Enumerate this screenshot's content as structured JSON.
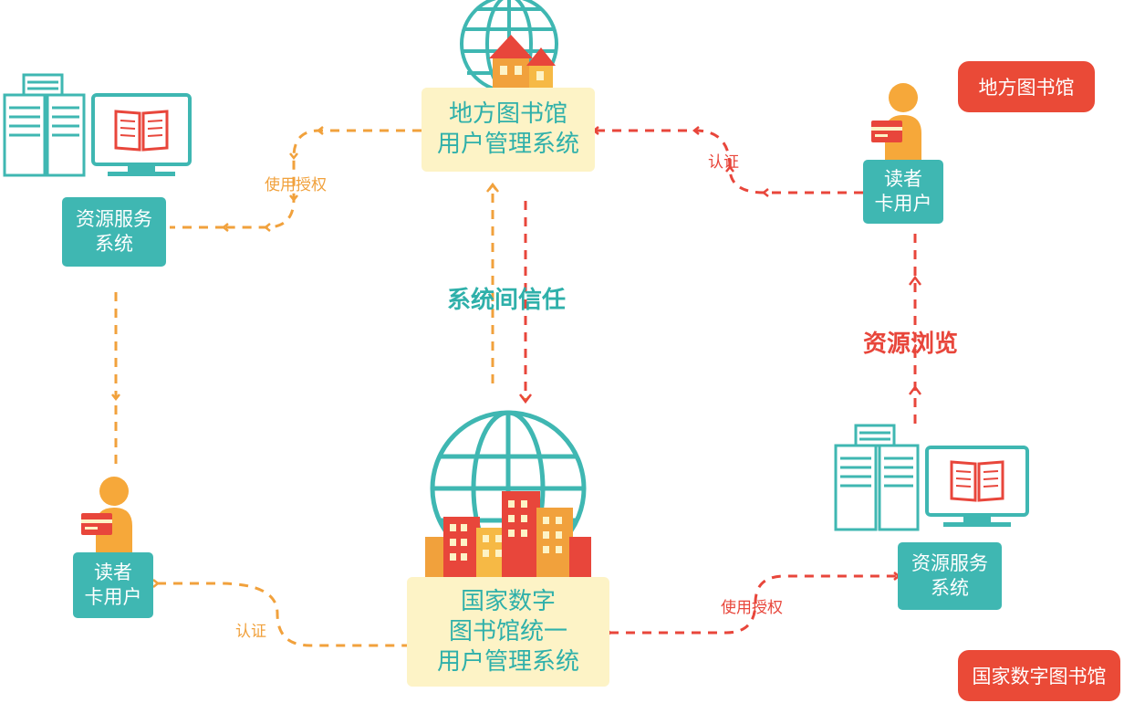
{
  "boxes": {
    "local_library_system": [
      "地方图书馆",
      "用户管理系统"
    ],
    "national_library_system": [
      "国家数字",
      "图书馆统一",
      "用户管理系统"
    ],
    "resource_service_left": [
      "资源服务",
      "系统"
    ],
    "resource_service_right": [
      "资源服务",
      "系统"
    ],
    "reader_user_left": [
      "读者",
      "卡用户"
    ],
    "reader_user_right": [
      "读者",
      "卡用户"
    ]
  },
  "labels": {
    "usage_auth_left": "使用授权",
    "usage_auth_right": "使用授权",
    "auth_left": "认证",
    "auth_right": "认证",
    "system_trust": "系统间信任",
    "resource_browse": "资源浏览"
  },
  "legend": {
    "local": "地方图书馆",
    "national": "国家数字图书馆"
  },
  "colors": {
    "orange": "#f1a13c",
    "red": "#e8463b",
    "teal": "#3fb7b2",
    "cream": "#fdf3c6"
  },
  "icons": [
    "globe-icon",
    "house-icon",
    "city-buildings-icon",
    "server-icon",
    "monitor-book-icon",
    "person-icon",
    "card-icon"
  ]
}
